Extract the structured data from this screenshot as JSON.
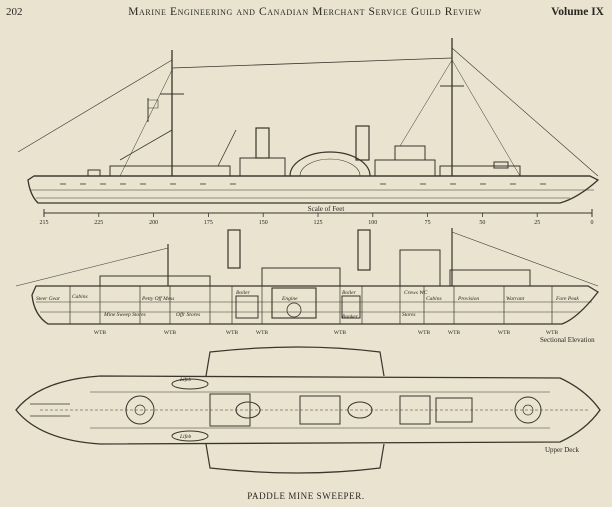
{
  "header": {
    "page_number": "202",
    "running_title": "Marine Engineering and Canadian Merchant Service Guild Review",
    "volume": "Volume IX"
  },
  "figure": {
    "caption": "PADDLE MINE SWEEPER.",
    "elevation": {
      "scale_label": "Scale of Feet",
      "scale_ticks": [
        "215",
        "225",
        "200",
        "175",
        "150",
        "125",
        "100",
        "75",
        "50",
        "25",
        "0"
      ]
    },
    "section": {
      "label": "Sectional Elevation",
      "compartment_labels": [
        "Steer Gear",
        "Cabins",
        "Mine Sweep Stores",
        "Petty Off Mess",
        "Offr Stores",
        "Boiler",
        "Engine",
        "Boiler",
        "Bunker",
        "Stores",
        "Crews WC",
        "Cabins",
        "Provision",
        "Warrant",
        "Fore Peak"
      ],
      "bulkhead_mark": "WTB"
    },
    "plan": {
      "label": "Upper Deck",
      "boat_label": "Lifeb"
    }
  }
}
